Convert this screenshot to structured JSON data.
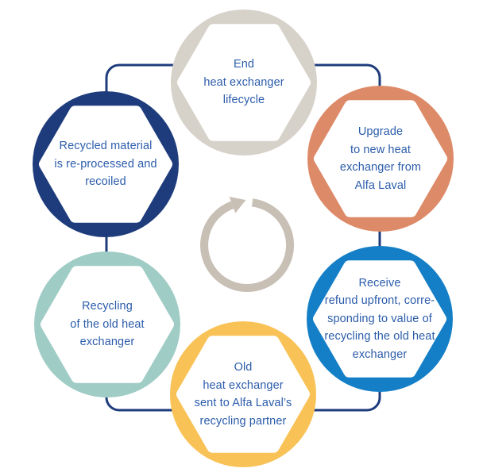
{
  "diagram": {
    "type": "cycle",
    "description_of_flow": "clockwise loop of six hexagon-ring nodes connected by a rounded rectangular navy line with a clockwise recycle arrow in the center"
  },
  "connector": {
    "color": "#1e3c7c"
  },
  "center_icon": {
    "name": "recycle-arrow",
    "direction": "clockwise",
    "color": "#c8bfb5"
  },
  "text_color": "#2b5caa",
  "nodes": [
    {
      "id": "end-lifecycle",
      "position": "top",
      "color": "#d6d2ca",
      "label": "End\nheat exchanger\nlifecycle"
    },
    {
      "id": "upgrade",
      "position": "top-right",
      "color": "#dd8a68",
      "label": "Upgrade\nto new heat\nexchanger from\nAlfa Laval"
    },
    {
      "id": "receive-refund",
      "position": "bottom-right",
      "color": "#147fc6",
      "label": "Receive\nrefund upfront, corre-\nsponding to value of\nrecycling the old heat\nexchanger"
    },
    {
      "id": "old-exchanger-sent",
      "position": "bottom",
      "color": "#f8c257",
      "label": "Old\nheat exchanger\nsent to Alfa Laval’s\nrecycling partner"
    },
    {
      "id": "recycling",
      "position": "bottom-left",
      "color": "#9fccc5",
      "label": "Recycling\nof the old heat\nexchanger"
    },
    {
      "id": "recycled-material",
      "position": "top-left",
      "color": "#1e3c7c",
      "label": "Recycled material\nis re-processed and\nrecoiled"
    }
  ]
}
